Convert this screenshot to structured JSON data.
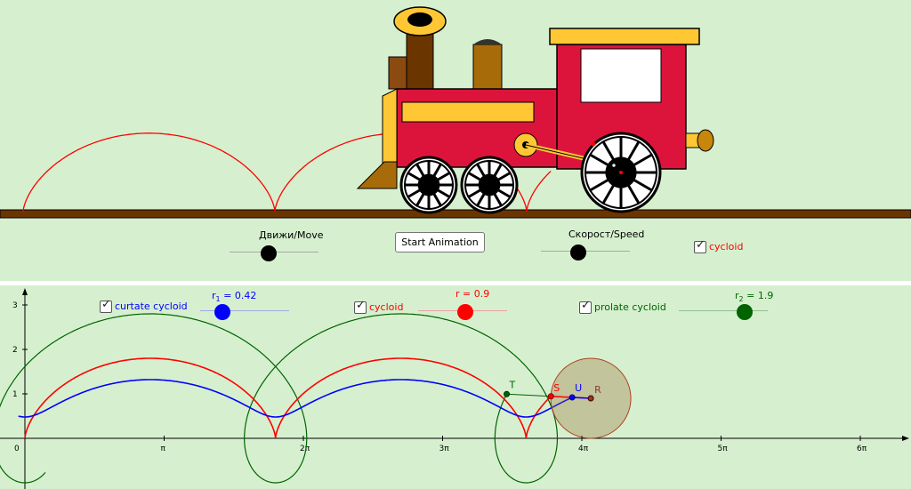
{
  "top": {
    "move_label": "Движи/Move",
    "start_button": "Start Animation",
    "speed_label": "Скорост/Speed",
    "cycloid_label": "cycloid"
  },
  "bottom": {
    "curtate_label": "curtate cycloid",
    "r1_label": "r",
    "r1_sub": "1",
    "r1_value": " = 0.42",
    "cycloid_label": "cycloid",
    "r_label": "r = 0.9",
    "prolate_label": "prolate cycloid",
    "r2_label": "r",
    "r2_sub": "2",
    "r2_value": " = 1.9",
    "point_labels": {
      "T": "T",
      "S": "S",
      "U": "U",
      "R": "R"
    },
    "y_ticks": [
      "1",
      "2",
      "3"
    ],
    "x_ticks": [
      "0",
      "π",
      "2π",
      "3π",
      "4π",
      "5π",
      "6π"
    ]
  },
  "colors": {
    "curtate": "#0000ff",
    "cycloid": "#ff0000",
    "prolate": "#006400",
    "panel_bg": "#d6f0cf",
    "train_body": "#dc143c",
    "train_trim": "#ffc733",
    "rail": "#6b3500"
  }
}
